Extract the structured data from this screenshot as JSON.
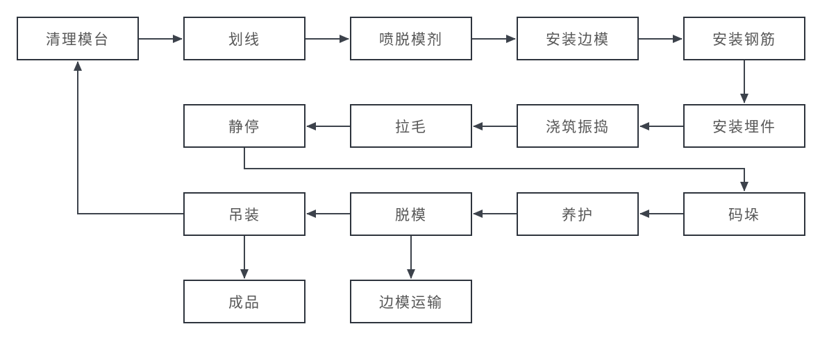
{
  "diagram": {
    "type": "flowchart",
    "background_color": "#ffffff",
    "box_fill_color": "#ffffff",
    "box_border_color": "#2e343d",
    "connector_color": "#3c424b",
    "text_color": "#575757",
    "nodes": [
      {
        "id": "clean-pallet",
        "label": "清理模台"
      },
      {
        "id": "scribe-lines",
        "label": "划线"
      },
      {
        "id": "spray-release-agent",
        "label": "喷脱模剂"
      },
      {
        "id": "install-side-forms",
        "label": "安装边模"
      },
      {
        "id": "install-rebar",
        "label": "安装钢筋"
      },
      {
        "id": "rest",
        "label": "静停"
      },
      {
        "id": "roughen",
        "label": "拉毛"
      },
      {
        "id": "pour-and-vibrate",
        "label": "浇筑振捣"
      },
      {
        "id": "install-embeds",
        "label": "安装埋件"
      },
      {
        "id": "hoist",
        "label": "吊装"
      },
      {
        "id": "demold",
        "label": "脱模"
      },
      {
        "id": "cure",
        "label": "养护"
      },
      {
        "id": "stack",
        "label": "码垛"
      },
      {
        "id": "finished-product",
        "label": "成品"
      },
      {
        "id": "side-form-transport",
        "label": "边模运输"
      }
    ],
    "edges": [
      {
        "from": "清理模台",
        "to": "划线"
      },
      {
        "from": "划线",
        "to": "喷脱模剂"
      },
      {
        "from": "喷脱模剂",
        "to": "安装边模"
      },
      {
        "from": "安装边模",
        "to": "安装钢筋"
      },
      {
        "from": "安装钢筋",
        "to": "安装埋件"
      },
      {
        "from": "安装埋件",
        "to": "浇筑振捣"
      },
      {
        "from": "浇筑振捣",
        "to": "拉毛"
      },
      {
        "from": "拉毛",
        "to": "静停"
      },
      {
        "from": "静停",
        "to": "码垛"
      },
      {
        "from": "码垛",
        "to": "养护"
      },
      {
        "from": "养护",
        "to": "脱模"
      },
      {
        "from": "脱模",
        "to": "吊装"
      },
      {
        "from": "吊装",
        "to": "清理模台"
      },
      {
        "from": "吊装",
        "to": "成品"
      },
      {
        "from": "脱模",
        "to": "边模运输"
      }
    ]
  }
}
